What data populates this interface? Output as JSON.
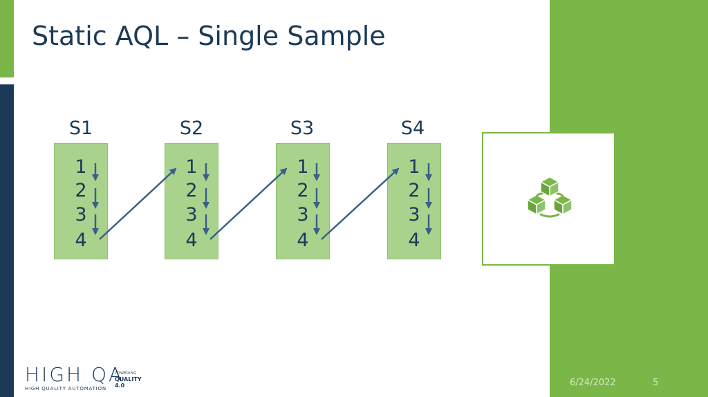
{
  "slide": {
    "title": "Static AQL – Single Sample"
  },
  "samples": [
    {
      "label": "S1",
      "items": [
        "1",
        "2",
        "3",
        "4"
      ]
    },
    {
      "label": "S2",
      "items": [
        "1",
        "2",
        "3",
        "4"
      ]
    },
    {
      "label": "S3",
      "items": [
        "1",
        "2",
        "3",
        "4"
      ]
    },
    {
      "label": "S4",
      "items": [
        "1",
        "2",
        "3",
        "4"
      ]
    }
  ],
  "logo": {
    "main": "HIGH QA",
    "sub": "HIGH QUALITY AUTOMATION",
    "powering": "POWERING",
    "quality": "QUALITY 4.0"
  },
  "footer": {
    "date": "6/24/2022",
    "page": "5"
  },
  "icons": {
    "network": "three-cubes-network-icon"
  },
  "colors": {
    "green": "#7ab648",
    "navy": "#1b3a57",
    "box_fill": "#a9d38c",
    "arrow": "#3a5f85"
  }
}
